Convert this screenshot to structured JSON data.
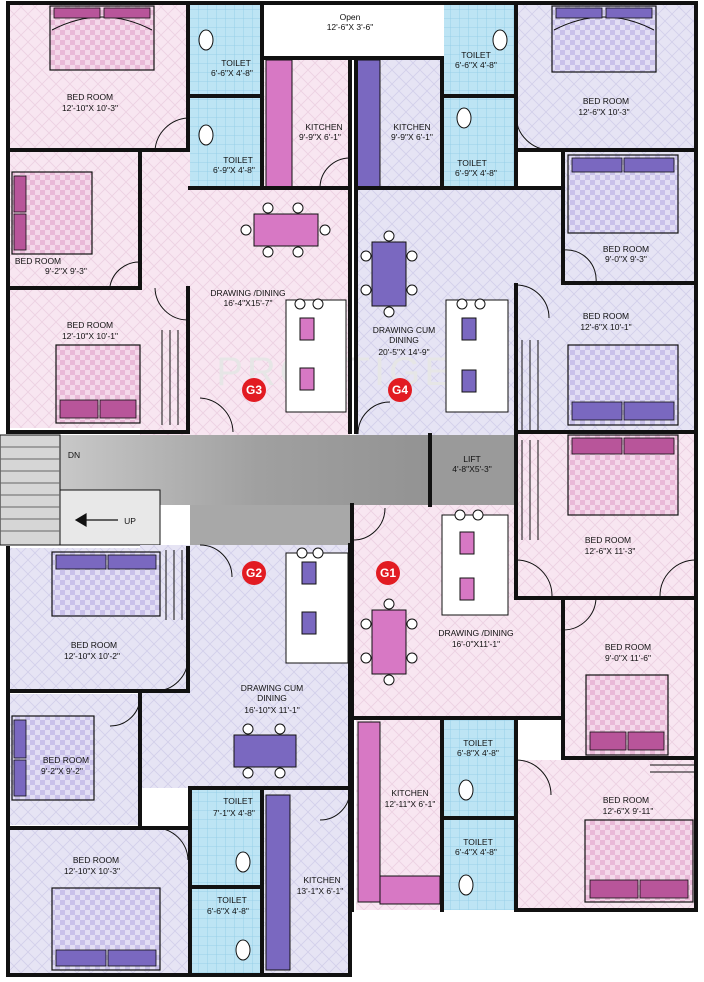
{
  "watermark": "PROPTIGER",
  "colors": {
    "pink_room": "#f8e6f1",
    "lilac_room": "#e6e4f4",
    "toilet": "#bde4f4",
    "corridor": "#9a9a9a",
    "unit_marker": "#e21b22",
    "wall": "#111111",
    "bed_pink": "#b8559a",
    "bed_lilac": "#7a68c0"
  },
  "flats": {
    "g1": "G1",
    "g2": "G2",
    "g3": "G3",
    "g4": "G4"
  },
  "misc": {
    "dn": "DN",
    "up": "UP"
  },
  "rooms": {
    "open_area": {
      "name": "Open",
      "size": "12'-6\"X 3'-6\""
    },
    "lift": {
      "name": "LIFT",
      "size": "4'-8\"X5'-3\""
    },
    "g3": {
      "bed1": {
        "name": "BED ROOM",
        "size": "12'-10\"X 10'-3\""
      },
      "bed2": {
        "name": "BED ROOM",
        "size": "9'-2\"X 9'-3\""
      },
      "bed3": {
        "name": "BED ROOM",
        "size": "12'-10\"X 10'-1\""
      },
      "toilet1": {
        "name": "TOILET",
        "size": "6'-6\"X 4'-8\""
      },
      "toilet2": {
        "name": "TOILET",
        "size": "6'-9\"X 4'-8\""
      },
      "kitchen": {
        "name": "KITCHEN",
        "size": "9'-9\"X 6'-1\""
      },
      "drawing": {
        "name": "DRAWING /DINING",
        "size": "16'-4\"X15'-7\""
      }
    },
    "g4": {
      "bed1": {
        "name": "BED ROOM",
        "size": "12'-6\"X 10'-3\""
      },
      "bed2": {
        "name": "BED ROOM",
        "size": "9'-0\"X 9'-3\""
      },
      "bed3": {
        "name": "BED ROOM",
        "size": "12'-6\"X 10'-1\""
      },
      "toilet1": {
        "name": "TOILET",
        "size": "6'-6\"X 4'-8\""
      },
      "toilet2": {
        "name": "TOILET",
        "size": "6'-9\"X 4'-8\""
      },
      "kitchen": {
        "name": "KITCHEN",
        "size": "9'-9\"X 6'-1\""
      },
      "drawing_l1": "DRAWING CUM",
      "drawing_l2": "DINING",
      "drawing_size": "20'-5\"X 14'-9\""
    },
    "g2": {
      "bed1": {
        "name": "BED ROOM",
        "size": "12'-10\"X 10'-2\""
      },
      "bed2": {
        "name": "BED ROOM",
        "size": "9'-2\"X 9'-2\""
      },
      "bed3": {
        "name": "BED ROOM",
        "size": "12'-10\"X 10'-3\""
      },
      "toilet1": {
        "name": "TOILET",
        "size": "7'-1\"X 4'-8\""
      },
      "toilet2": {
        "name": "TOILET",
        "size": "6'-6\"X 4'-8\""
      },
      "kitchen": {
        "name": "KITCHEN",
        "size": "13'-1\"X 6'-1\""
      },
      "drawing_l1": "DRAWING CUM",
      "drawing_l2": "DINING",
      "drawing_size": "16'-10\"X 11'-1\""
    },
    "g1": {
      "bed1": {
        "name": "BED ROOM",
        "size": "12'-6\"X 11'-3\""
      },
      "bed2": {
        "name": "BED ROOM",
        "size": "9'-0\"X 11'-6\""
      },
      "bed3": {
        "name": "BED ROOM",
        "size": "12'-6\"X 9'-11\""
      },
      "toilet1": {
        "name": "TOILET",
        "size": "6'-8\"X 4'-8\""
      },
      "toilet2": {
        "name": "TOILET",
        "size": "6'-4\"X 4'-8\""
      },
      "kitchen": {
        "name": "KITCHEN",
        "size": "12'-11\"X 6'-1\""
      },
      "drawing": {
        "name": "DRAWING /DINING",
        "size": "16'-0\"X11'-1\""
      }
    }
  }
}
